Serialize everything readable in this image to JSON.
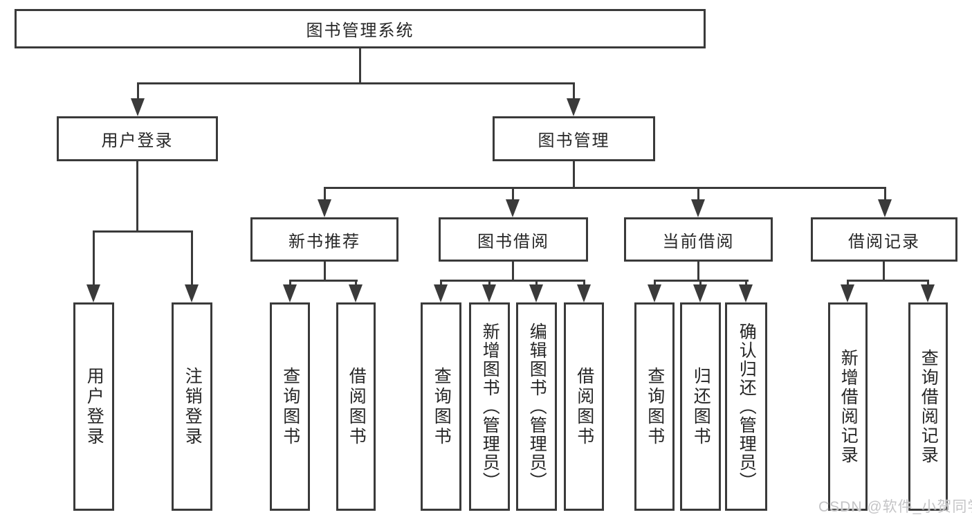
{
  "diagram": {
    "root": {
      "label": "图书管理系统"
    },
    "branches": [
      {
        "label": "用户登录",
        "children": [
          {
            "label": "用户登录"
          },
          {
            "label": "注销登录"
          }
        ]
      },
      {
        "label": "图书管理",
        "children": [
          {
            "label": "新书推荐",
            "children": [
              {
                "label": "查询图书"
              },
              {
                "label": "借阅图书"
              }
            ]
          },
          {
            "label": "图书借阅",
            "children": [
              {
                "label": "查询图书"
              },
              {
                "label": "新增图书（管理员）"
              },
              {
                "label": "编辑图书（管理员）"
              },
              {
                "label": "借阅图书"
              }
            ]
          },
          {
            "label": "当前借阅",
            "children": [
              {
                "label": "查询图书"
              },
              {
                "label": "归还图书"
              },
              {
                "label": "确认归还（管理员）"
              }
            ]
          },
          {
            "label": "借阅记录",
            "children": [
              {
                "label": "新增借阅记录"
              },
              {
                "label": "查询借阅记录"
              }
            ]
          }
        ]
      }
    ]
  },
  "watermark": {
    "text": "CSDN @软件_小贺同学"
  },
  "colors": {
    "line": "#3a3a3a",
    "text": "#262626",
    "watermark": "#c4c4c6",
    "background": "#ffffff"
  }
}
